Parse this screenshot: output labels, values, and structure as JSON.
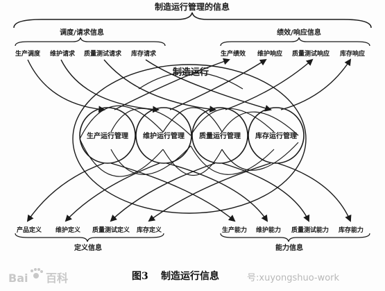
{
  "diagram": {
    "top_title": "制造运行管理的信息",
    "left_group_title": "调度/请求信息",
    "right_group_title": "绩效/响应信息",
    "top_items_left": [
      "生产调度",
      "维护请求",
      "质量测试请求",
      "库存请求"
    ],
    "top_items_right": [
      "生产绩效",
      "维护响应",
      "质量测试响应",
      "库存响应"
    ],
    "center_label": "制造运行",
    "circles": [
      "生产运行管理",
      "维护运行管理",
      "质量运行管理",
      "库存运行管理"
    ],
    "bottom_items_left": [
      "产品定义",
      "维护定义",
      "质量测试定义",
      "库存定义"
    ],
    "bottom_items_right": [
      "生产能力",
      "维护能力",
      "质量测试能力",
      "库存能力"
    ],
    "bottom_left_group": "定义信息",
    "bottom_right_group": "能力信息"
  },
  "caption": {
    "figure": "图3",
    "text": "制造运行信息"
  },
  "watermark": {
    "logo": "Bai",
    "logo_suffix": "百科",
    "account": "号:xuyongshuo-work"
  }
}
